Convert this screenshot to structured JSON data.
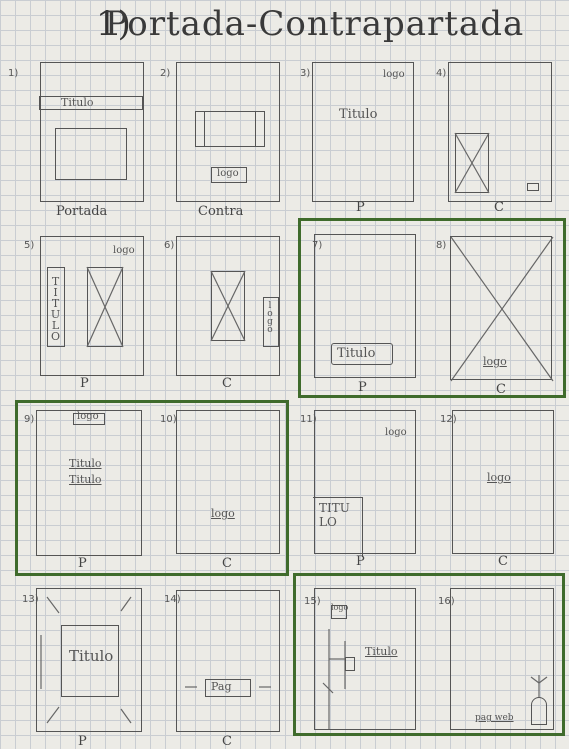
{
  "header": {
    "number": "1)",
    "title": "Portada-Contrapartada"
  },
  "sketches": {
    "s1": {
      "num": "1)",
      "label": "Titulo",
      "caption": "Portada"
    },
    "s2": {
      "num": "2)",
      "label": "logo",
      "caption": "Contra"
    },
    "s3": {
      "num": "3)",
      "logo": "logo",
      "label": "Titulo",
      "caption": "P"
    },
    "s4": {
      "num": "4)",
      "caption": "C"
    },
    "s5": {
      "num": "5)",
      "logo": "logo",
      "label": "TITULO",
      "caption": "P"
    },
    "s6": {
      "num": "6)",
      "label": "logo",
      "caption": "C"
    },
    "s7": {
      "num": "7)",
      "label": "Titulo",
      "caption": "P"
    },
    "s8": {
      "num": "8)",
      "label": "logo",
      "caption": "C"
    },
    "s9": {
      "num": "9)",
      "logo": "logo",
      "label1": "Titulo",
      "label2": "Titulo",
      "caption": "P"
    },
    "s10": {
      "num": "10)",
      "label": "logo",
      "caption": "C"
    },
    "s11": {
      "num": "11)",
      "logo": "logo",
      "label": "TITULO",
      "caption": "P"
    },
    "s12": {
      "num": "12)",
      "label": "logo",
      "caption": "C"
    },
    "s13": {
      "num": "13)",
      "label": "Titulo",
      "caption": "P"
    },
    "s14": {
      "num": "14)",
      "label": "Pag",
      "caption": "C"
    },
    "s15": {
      "num": "15)",
      "logo": "logo",
      "label": "Titulo"
    },
    "s16": {
      "num": "16)",
      "label": "pag web"
    }
  }
}
